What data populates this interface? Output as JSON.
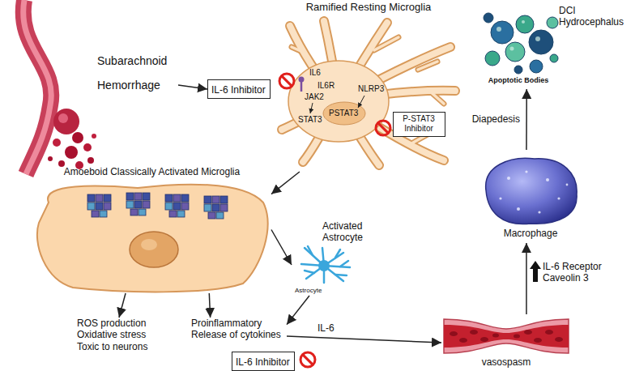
{
  "diagram": {
    "nodes": [
      {
        "text": [
          "Subarachnoid Hemorrhage"
        ]
      },
      {
        "text": [
          "IL-6 Inhibitor"
        ]
      },
      {
        "text": [
          "Ramified Resting Microglia"
        ]
      },
      {
        "text": [
          "P-STAT3 Inhibitor"
        ],
        "in": 2
      },
      {
        "text": [
          "Amoeboid Classically Activated Microglia"
        ]
      },
      {
        "text": [
          "Activated Astrocyte",
          "Astrocyte"
        ]
      },
      {
        "text": [
          "ROS production Oxidative stress Toxic to neurons"
        ]
      },
      {
        "text": [
          "Proinflammatory Release of cytokines"
        ]
      },
      {
        "text": [
          "IL-6 Inhibitor"
        ]
      },
      {
        "text": [
          "vasospasm"
        ]
      },
      {
        "text": [
          "Macrophage"
        ]
      },
      {
        "text": [
          "DCI Hydrocephalus",
          "Apoptotic Bodies"
        ]
      }
    ],
    "edges": [
      {
        "from": 0,
        "to": 1,
        "arrow": "to"
      },
      {
        "from": 2,
        "to": 4,
        "arrow": "to"
      },
      {
        "from": 4,
        "to": 5,
        "arrow": "to"
      },
      {
        "from": 4,
        "to": 6,
        "arrow": "to"
      },
      {
        "from": 4,
        "to": 7,
        "arrow": "to"
      },
      {
        "from": 5,
        "to": 7,
        "arrow": "to"
      },
      {
        "from": 7,
        "to": 9,
        "label": "IL-6",
        "arrow": "to"
      },
      {
        "from": 9,
        "to": 10,
        "label": "IL-6 Receptor Caveolin 3",
        "arrow": "to"
      },
      {
        "from": 10,
        "to": 11,
        "label": "Diapedesis",
        "arrow": "to"
      }
    ],
    "labels": [
      "IL6",
      "IL6R",
      "JAK2",
      "STAT3",
      "PSTAT3",
      "NLRP3"
    ]
  }
}
